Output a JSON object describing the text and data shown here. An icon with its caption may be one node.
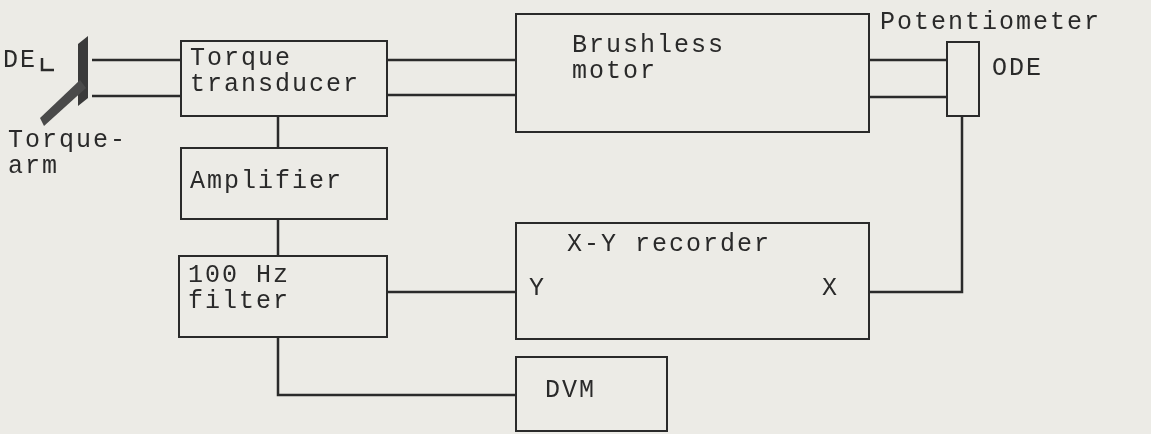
{
  "diagram": {
    "nodes": [
      {
        "text": [],
        "shape": "picture",
        "beside": [
          "DE",
          "Torque- arm"
        ]
      },
      {
        "text": [
          "Torque transducer"
        ]
      },
      {
        "text": [
          "Brushless motor"
        ]
      },
      {
        "text": [],
        "shape": "box",
        "beside": [
          "Potentiometer",
          "ODE"
        ]
      },
      {
        "text": [
          "Amplifier"
        ]
      },
      {
        "text": [
          "100 Hz filter"
        ]
      },
      {
        "text": [
          "X-Y recorder",
          "Y",
          "X"
        ]
      },
      {
        "text": [
          "DVM"
        ]
      }
    ],
    "edges": [
      {
        "from": 0,
        "to": 1,
        "arrow": "none"
      },
      {
        "from": 0,
        "to": 1,
        "arrow": "none"
      },
      {
        "from": 1,
        "to": 2,
        "arrow": "none"
      },
      {
        "from": 1,
        "to": 2,
        "arrow": "none"
      },
      {
        "from": 2,
        "to": 3,
        "arrow": "none"
      },
      {
        "from": 2,
        "to": 3,
        "arrow": "none"
      },
      {
        "from": 1,
        "to": 4,
        "arrow": "none"
      },
      {
        "from": 4,
        "to": 5,
        "arrow": "none"
      },
      {
        "from": 5,
        "to": 6,
        "arrow": "none"
      },
      {
        "from": 3,
        "to": 6,
        "arrow": "none"
      },
      {
        "from": 5,
        "to": 7,
        "arrow": "none"
      }
    ]
  }
}
